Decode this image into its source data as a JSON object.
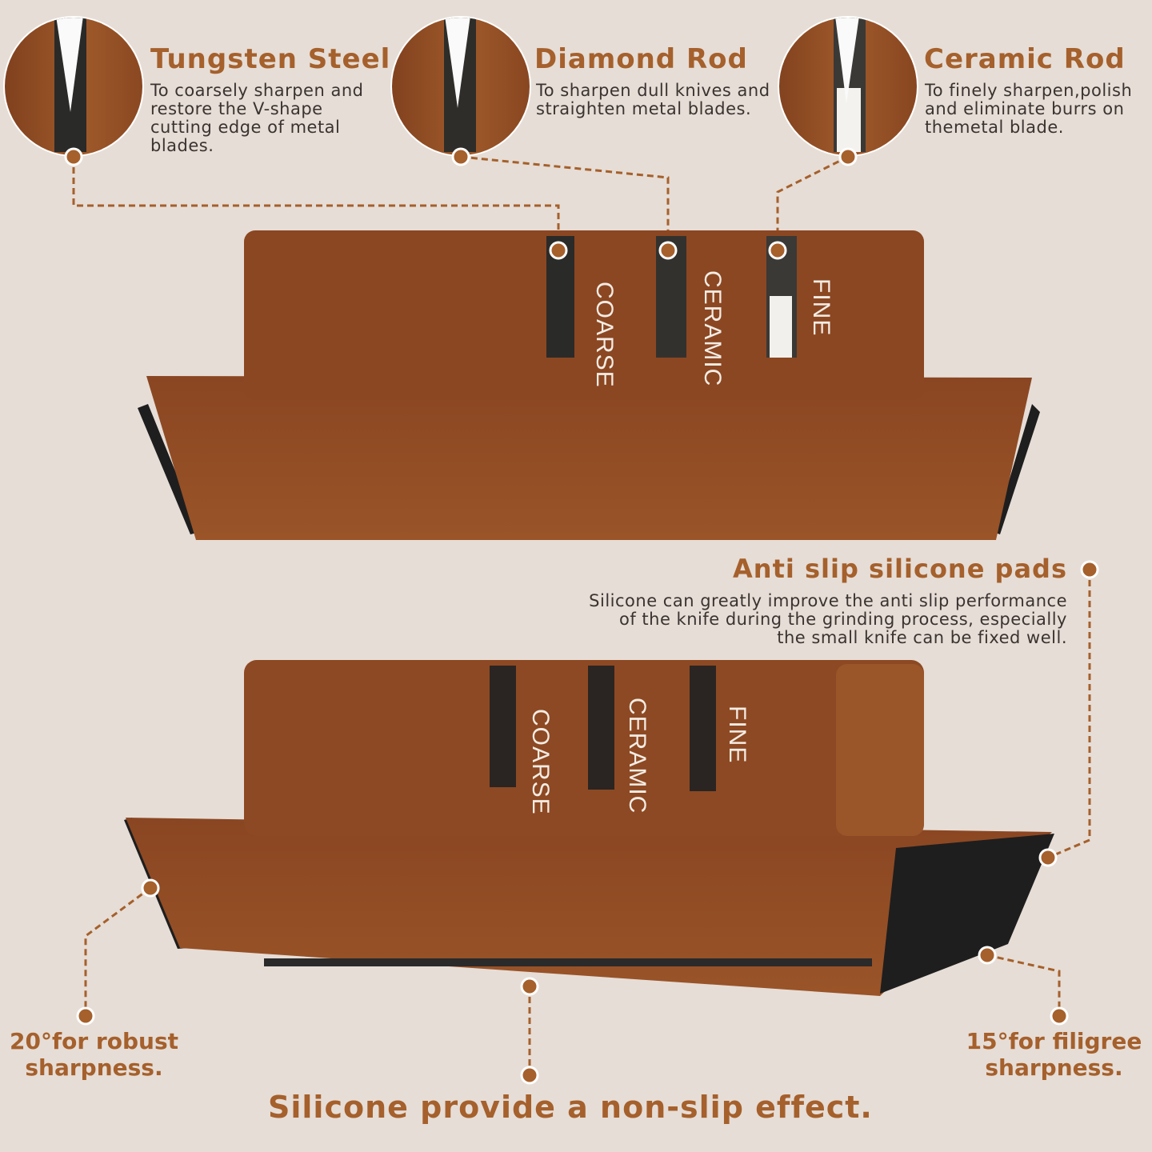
{
  "colors": {
    "background": "#e6ddd6",
    "accent": "#a5602c",
    "wood": "#8c4a22",
    "pad": "#1e1e1e"
  },
  "features": [
    {
      "title": "Tungsten Steel",
      "description": "To coarsely sharpen and restore the V-shape cutting edge of metal blades."
    },
    {
      "title": "Diamond Rod",
      "description": "To sharpen dull knives and straighten metal blades."
    },
    {
      "title": "Ceramic Rod",
      "description": "To finely sharpen,polish and eliminate burrs on themetal blade."
    }
  ],
  "slot_labels": {
    "coarse": "COARSE",
    "ceramic": "CERAMIC",
    "fine": "FINE"
  },
  "anti_slip": {
    "title": "Anti slip silicone pads",
    "description": "Silicone can greatly improve the anti slip performance of the knife during the grinding process, especially the small knife can be fixed well."
  },
  "angles": {
    "left": "20°for robust sharpness.",
    "right": "15°for filigree sharpness."
  },
  "bottom_caption": "Silicone provide a non-slip effect."
}
